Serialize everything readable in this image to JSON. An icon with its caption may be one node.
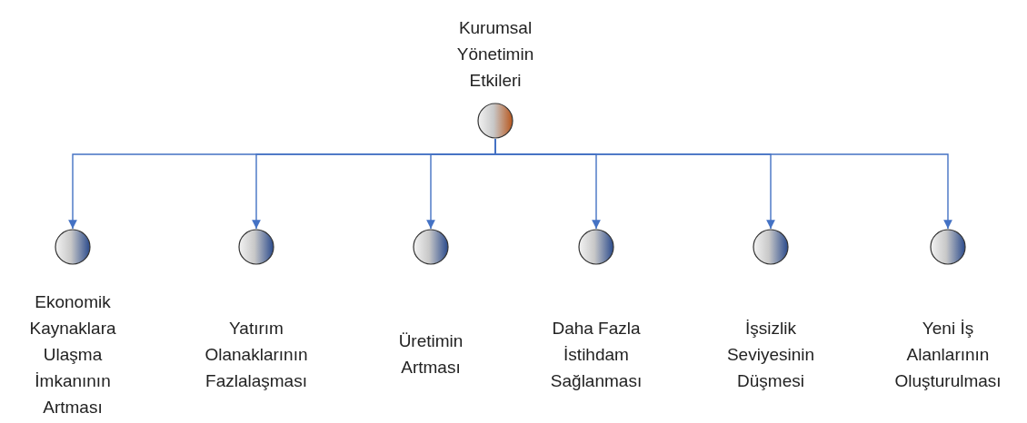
{
  "diagram": {
    "nodes": [
      {
        "text": [
          "Kurumsal Yönetimin Etkileri"
        ]
      },
      {
        "text": [
          "Ekonomik Kaynaklara Ulaşma İmkanının Artması"
        ]
      },
      {
        "text": [
          "Yatırım Olanaklarının Fazlalaşması"
        ]
      },
      {
        "text": [
          "Üretimin Artması"
        ]
      },
      {
        "text": [
          "Daha Fazla İstihdam Sağlanması"
        ]
      },
      {
        "text": [
          "İşsizlik Seviyesinin Düşmesi"
        ]
      },
      {
        "text": [
          "Yeni İş Alanlarının Oluşturulması"
        ]
      }
    ],
    "edges": [
      {
        "from": 0,
        "to": 1,
        "arrow": "to"
      },
      {
        "from": 0,
        "to": 2,
        "arrow": "to"
      },
      {
        "from": 0,
        "to": 3,
        "arrow": "to"
      },
      {
        "from": 0,
        "to": 4,
        "arrow": "to"
      },
      {
        "from": 0,
        "to": 5,
        "arrow": "to"
      },
      {
        "from": 0,
        "to": 6,
        "arrow": "to"
      }
    ]
  }
}
